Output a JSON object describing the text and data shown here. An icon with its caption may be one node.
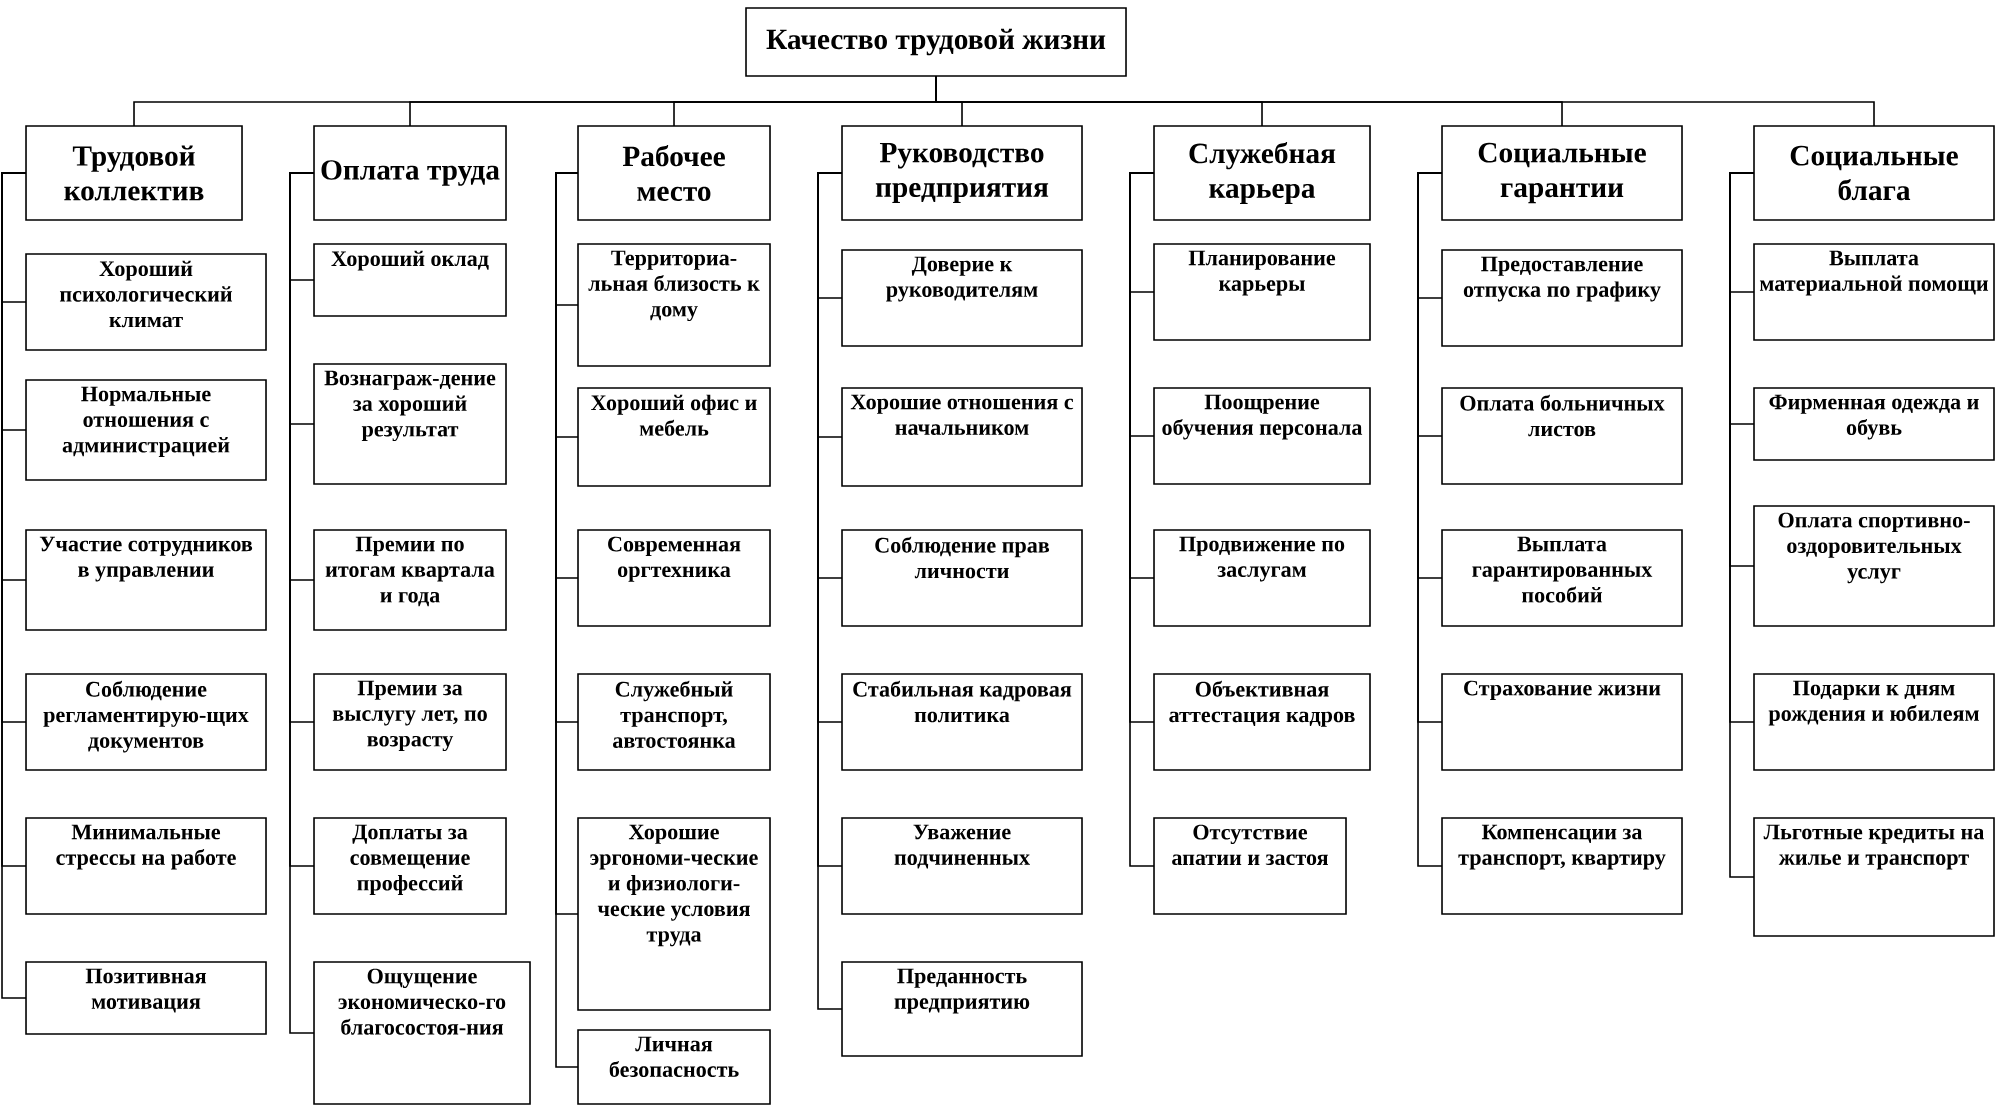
{
  "diagram": {
    "nodes": [
      {
        "text": [
          "Качество трудовой жизни"
        ]
      },
      {
        "text": [
          "Трудовой коллектив"
        ]
      },
      {
        "text": [
          "Хороший психологический климат"
        ]
      },
      {
        "text": [
          "Нормальные отношения с администрацией"
        ]
      },
      {
        "text": [
          "Участие сотрудников в управлении"
        ]
      },
      {
        "text": [
          "Соблюдение регламентирую-щих документов"
        ]
      },
      {
        "text": [
          "Минимальные стрессы на работе"
        ]
      },
      {
        "text": [
          "Позитивная мотивация"
        ]
      },
      {
        "text": [
          "Оплата труда"
        ]
      },
      {
        "text": [
          "Хороший оклад"
        ]
      },
      {
        "text": [
          "Вознаграж-дение за хороший результат"
        ]
      },
      {
        "text": [
          "Премии по итогам квартала и года"
        ]
      },
      {
        "text": [
          "Премии за выслугу лет, по возрасту"
        ]
      },
      {
        "text": [
          "Доплаты за совмещение профессий"
        ]
      },
      {
        "text": [
          "Ощущение экономическо-го благосостоя-ния"
        ]
      },
      {
        "text": [
          "Рабочее место"
        ]
      },
      {
        "text": [
          "Территориа-льная близость к дому"
        ]
      },
      {
        "text": [
          "Хороший офис и мебель"
        ]
      },
      {
        "text": [
          "Современная оргтехника"
        ]
      },
      {
        "text": [
          "Служебный транспорт, автостоянка"
        ]
      },
      {
        "text": [
          "Хорошие эргономи-ческие и физиологи-ческие условия труда"
        ]
      },
      {
        "text": [
          "Личная безопасность"
        ]
      },
      {
        "text": [
          "Руководство предприятия"
        ]
      },
      {
        "text": [
          "Доверие к руководителям"
        ]
      },
      {
        "text": [
          "Хорошие отношения с начальником"
        ]
      },
      {
        "text": [
          "Соблюдение прав личности"
        ]
      },
      {
        "text": [
          "Стабильная кадровая политика"
        ]
      },
      {
        "text": [
          "Уважение подчиненных"
        ]
      },
      {
        "text": [
          "Преданность предприятию"
        ]
      },
      {
        "text": [
          "Служебная карьера"
        ]
      },
      {
        "text": [
          "Планирование карьеры"
        ]
      },
      {
        "text": [
          "Поощрение обучения персонала"
        ]
      },
      {
        "text": [
          "Продвижение по заслугам"
        ]
      },
      {
        "text": [
          "Объективная аттестация кадров"
        ]
      },
      {
        "text": [
          "Отсутствие апатии и застоя"
        ]
      },
      {
        "text": [
          "Социальные гарантии"
        ]
      },
      {
        "text": [
          "Предоставление отпуска по графику"
        ]
      },
      {
        "text": [
          "Оплата больничных листов"
        ]
      },
      {
        "text": [
          "Выплата гарантированных пособий"
        ]
      },
      {
        "text": [
          "Страхование жизни"
        ]
      },
      {
        "text": [
          "Компенсации за транспорт, квартиру"
        ]
      },
      {
        "text": [
          "Социальные блага"
        ]
      },
      {
        "text": [
          "Выплата материальной помощи"
        ]
      },
      {
        "text": [
          "Фирменная одежда и обувь"
        ]
      },
      {
        "text": [
          "Оплата спортивно-оздоровительных услуг"
        ]
      },
      {
        "text": [
          "Подарки к дням рождения и юбилеям"
        ]
      },
      {
        "text": [
          "Льготные кредиты на жилье и транспорт"
        ]
      }
    ],
    "edges": [
      {
        "from": 0,
        "to": 1,
        "arrow": "none"
      },
      {
        "from": 0,
        "to": 8,
        "arrow": "none"
      },
      {
        "from": 0,
        "to": 15,
        "arrow": "none"
      },
      {
        "from": 0,
        "to": 22,
        "arrow": "none"
      },
      {
        "from": 0,
        "to": 29,
        "arrow": "none"
      },
      {
        "from": 0,
        "to": 35,
        "arrow": "none"
      },
      {
        "from": 0,
        "to": 41,
        "arrow": "none"
      },
      {
        "from": 1,
        "to": 2,
        "arrow": "none"
      },
      {
        "from": 1,
        "to": 3,
        "arrow": "none"
      },
      {
        "from": 1,
        "to": 4,
        "arrow": "none"
      },
      {
        "from": 1,
        "to": 5,
        "arrow": "none"
      },
      {
        "from": 1,
        "to": 6,
        "arrow": "none"
      },
      {
        "from": 1,
        "to": 7,
        "arrow": "none"
      },
      {
        "from": 8,
        "to": 9,
        "arrow": "none"
      },
      {
        "from": 8,
        "to": 10,
        "arrow": "none"
      },
      {
        "from": 8,
        "to": 11,
        "arrow": "none"
      },
      {
        "from": 8,
        "to": 12,
        "arrow": "none"
      },
      {
        "from": 8,
        "to": 13,
        "arrow": "none"
      },
      {
        "from": 8,
        "to": 14,
        "arrow": "none"
      },
      {
        "from": 15,
        "to": 16,
        "arrow": "none"
      },
      {
        "from": 15,
        "to": 17,
        "arrow": "none"
      },
      {
        "from": 15,
        "to": 18,
        "arrow": "none"
      },
      {
        "from": 15,
        "to": 19,
        "arrow": "none"
      },
      {
        "from": 15,
        "to": 20,
        "arrow": "none"
      },
      {
        "from": 15,
        "to": 21,
        "arrow": "none"
      },
      {
        "from": 22,
        "to": 23,
        "arrow": "none"
      },
      {
        "from": 22,
        "to": 24,
        "arrow": "none"
      },
      {
        "from": 22,
        "to": 25,
        "arrow": "none"
      },
      {
        "from": 22,
        "to": 26,
        "arrow": "none"
      },
      {
        "from": 22,
        "to": 27,
        "arrow": "none"
      },
      {
        "from": 22,
        "to": 28,
        "arrow": "none"
      },
      {
        "from": 29,
        "to": 30,
        "arrow": "none"
      },
      {
        "from": 29,
        "to": 31,
        "arrow": "none"
      },
      {
        "from": 29,
        "to": 32,
        "arrow": "none"
      },
      {
        "from": 29,
        "to": 33,
        "arrow": "none"
      },
      {
        "from": 29,
        "to": 34,
        "arrow": "none"
      },
      {
        "from": 35,
        "to": 36,
        "arrow": "none"
      },
      {
        "from": 35,
        "to": 37,
        "arrow": "none"
      },
      {
        "from": 35,
        "to": 38,
        "arrow": "none"
      },
      {
        "from": 35,
        "to": 39,
        "arrow": "none"
      },
      {
        "from": 35,
        "to": 40,
        "arrow": "none"
      },
      {
        "from": 41,
        "to": 42,
        "arrow": "none"
      },
      {
        "from": 41,
        "to": 43,
        "arrow": "none"
      },
      {
        "from": 41,
        "to": 44,
        "arrow": "none"
      },
      {
        "from": 41,
        "to": 45,
        "arrow": "none"
      },
      {
        "from": 41,
        "to": 46,
        "arrow": "none"
      }
    ]
  }
}
